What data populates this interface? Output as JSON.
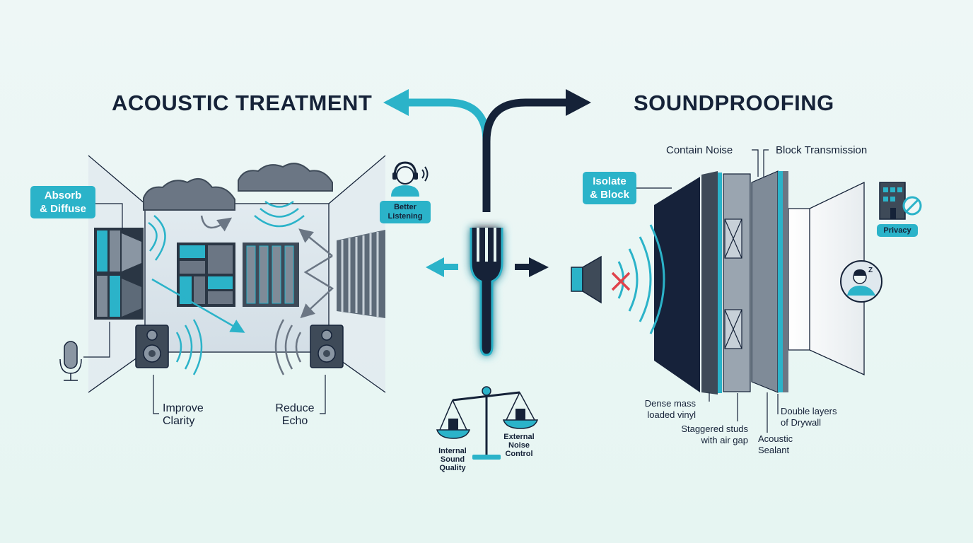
{
  "left_title": "ACOUSTIC TREATMENT",
  "right_title": "SOUNDPROOFING",
  "acoustic": {
    "absorb_diffuse": [
      "Absorb",
      "& Diffuse"
    ],
    "better_listening": [
      "Better",
      "Listening"
    ],
    "improve_clarity": [
      "Improve",
      "Clarity"
    ],
    "reduce_echo": [
      "Reduce",
      "Echo"
    ]
  },
  "balance": {
    "internal": [
      "Internal",
      "Sound",
      "Quality"
    ],
    "external": [
      "External",
      "Noise",
      "Control"
    ]
  },
  "soundproofing": {
    "contain_noise": "Contain Noise",
    "block_transmission": "Block Transmission",
    "isolate_block": [
      "Isolate",
      "& Block"
    ],
    "privacy": "Privacy",
    "dense_mass": [
      "Dense mass",
      "loaded vinyl"
    ],
    "staggered_studs": [
      "Staggered studs",
      "with air gap"
    ],
    "double_layers": [
      "Double layers",
      "of Drywall"
    ],
    "acoustic_sealant": [
      "Acoustic",
      "Sealant"
    ]
  },
  "colors": {
    "accent": "#2bb3c9",
    "navy": "#152238",
    "gray": "#6b7684"
  }
}
